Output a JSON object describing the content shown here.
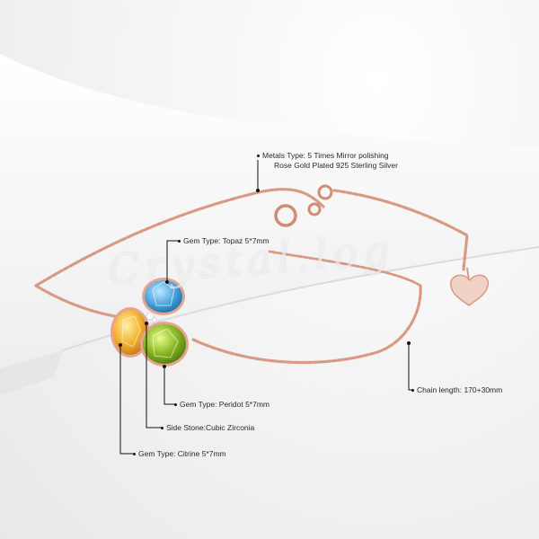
{
  "colors": {
    "background": "#f2f2f2",
    "rose_gold": "#d99a86",
    "topaz": "#5aaee0",
    "citrine": "#f2b233",
    "peridot": "#7fae22",
    "leader_line": "#111111"
  },
  "annotations": {
    "metals_line1": "Metals Type: 5 Times Mirror polishing",
    "metals_line2": "Rose Gold Plated 925 Sterling Silver",
    "topaz": "Gem Type: Topaz   5*7mm",
    "peridot": "Gem Type: Peridot   5*7mm",
    "side_stone": "Side Stone:Cubic Zirconia",
    "citrine": "Gem Type: Citrine   5*7mm",
    "chain_length": "Chain length: 170+30mm"
  },
  "watermark": "Crystal.log"
}
